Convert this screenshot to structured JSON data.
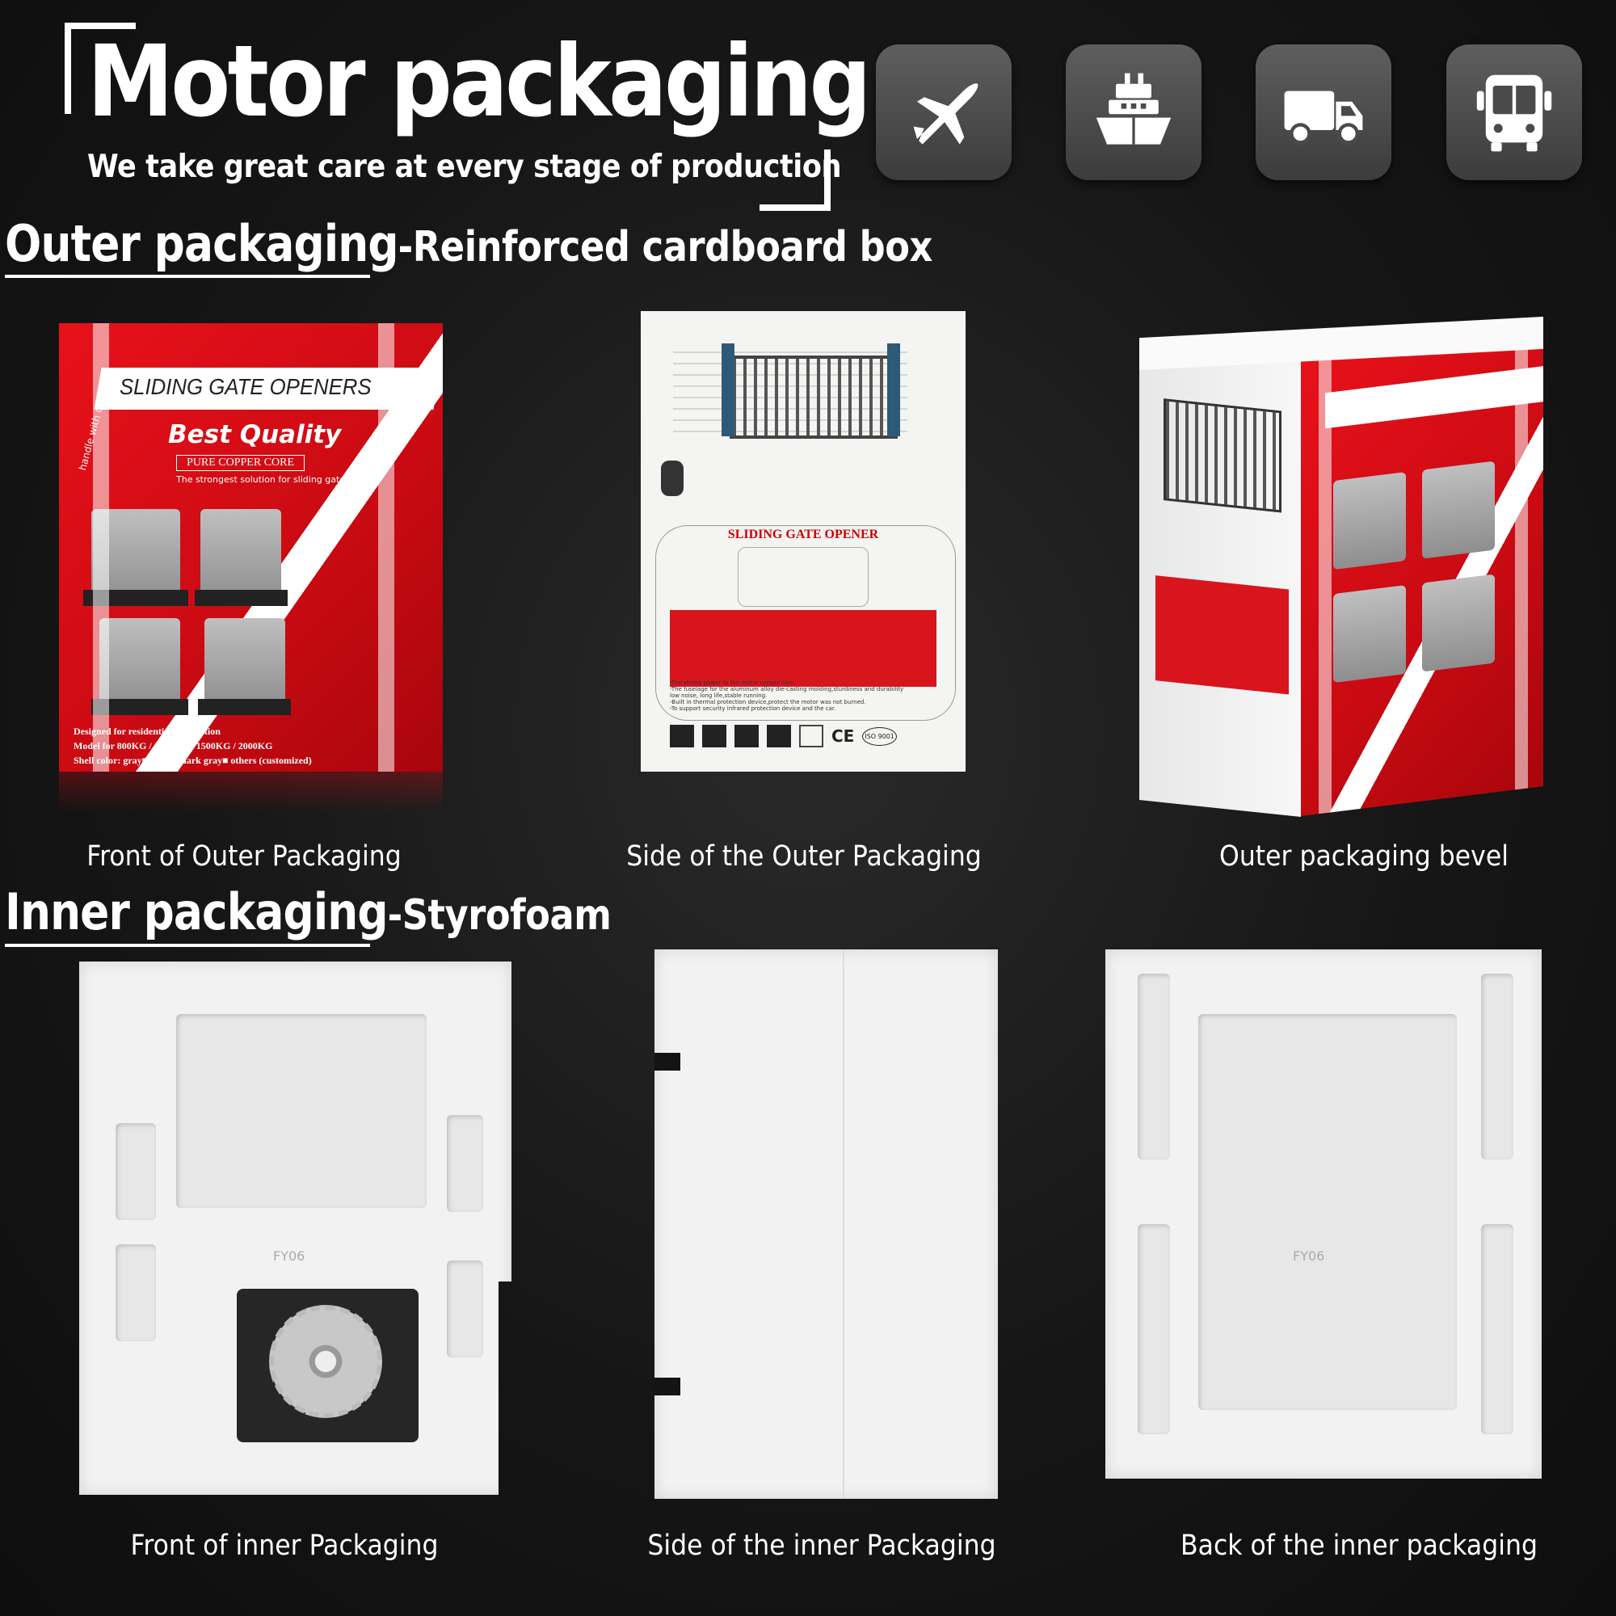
{
  "header": {
    "title": "Motor packaging",
    "subtitle": "We take great care at every stage of production"
  },
  "transport_icons": [
    {
      "icon": "airplane-icon"
    },
    {
      "icon": "ship-icon"
    },
    {
      "icon": "truck-icon"
    },
    {
      "icon": "bus-icon"
    }
  ],
  "outer": {
    "heading": "Outer packaging",
    "heading_rest": "-Reinforced cardboard box",
    "captions": [
      "Front of Outer Packaging",
      "Side of the Outer Packaging",
      "Outer packaging bevel"
    ],
    "box_front": {
      "brand_line": "SLIDING GATE OPENERS",
      "quality": "Best Quality",
      "core": "PURE COPPER CORE",
      "tagline": "The strongest solution for sliding gates",
      "side_text": "handle with care",
      "designed": "Designed for residential application",
      "models": "Model for 800KG / 1200KG / 1500KG / 2000KG",
      "colors": "Shell color: gray■ black■ dark gray■ others (customized)"
    },
    "box_side": {
      "label": "SLIDING GATE OPENER",
      "notes": [
        "-The strong power to the motor copper core.",
        "-The fuselage for the aluminum alloy die-casting molding,sturdiness and durability",
        " low noise, long life,stable running.",
        "-Built in thermal protection device,protect the motor was not burned.",
        "-To support security infrared protection device and the car."
      ],
      "marks": [
        "CE",
        "ISO 9001"
      ]
    }
  },
  "inner": {
    "heading": "Inner packaging",
    "heading_rest": "-Styrofoam",
    "captions": [
      "Front of  inner Packaging",
      "Side of the  inner Packaging",
      "Back of the inner packaging"
    ],
    "foam_mark": "FY06"
  },
  "colors": {
    "accent_red": "#d60d15",
    "background": "#141414"
  }
}
